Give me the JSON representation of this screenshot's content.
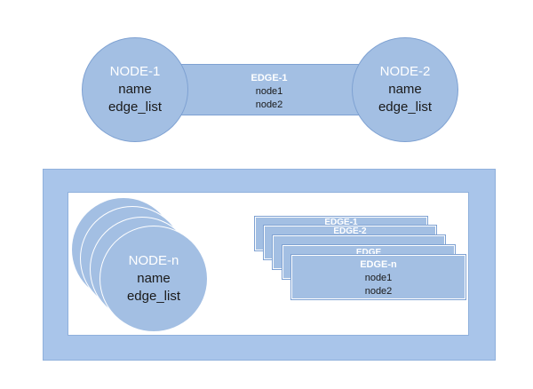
{
  "top": {
    "node1": {
      "title": "NODE-1",
      "field1": "name",
      "field2": "edge_list"
    },
    "edge": {
      "title": "EDGE-1",
      "field1": "node1",
      "field2": "node2"
    },
    "node2": {
      "title": "NODE-2",
      "field1": "name",
      "field2": "edge_list"
    }
  },
  "bottom": {
    "node_n": {
      "title": "NODE-n",
      "field1": "name",
      "field2": "edge_list"
    },
    "edge_stack": [
      {
        "title": "EDGE-1"
      },
      {
        "title": "EDGE-2"
      },
      {
        "title": "EDGE"
      }
    ],
    "edge_n": {
      "title": "EDGE-n",
      "field1": "node1",
      "field2": "node2"
    }
  },
  "colors": {
    "shape_fill": "#a3bfe3",
    "shape_border": "#7ea1d2",
    "frame_fill": "#a9c5ea"
  }
}
